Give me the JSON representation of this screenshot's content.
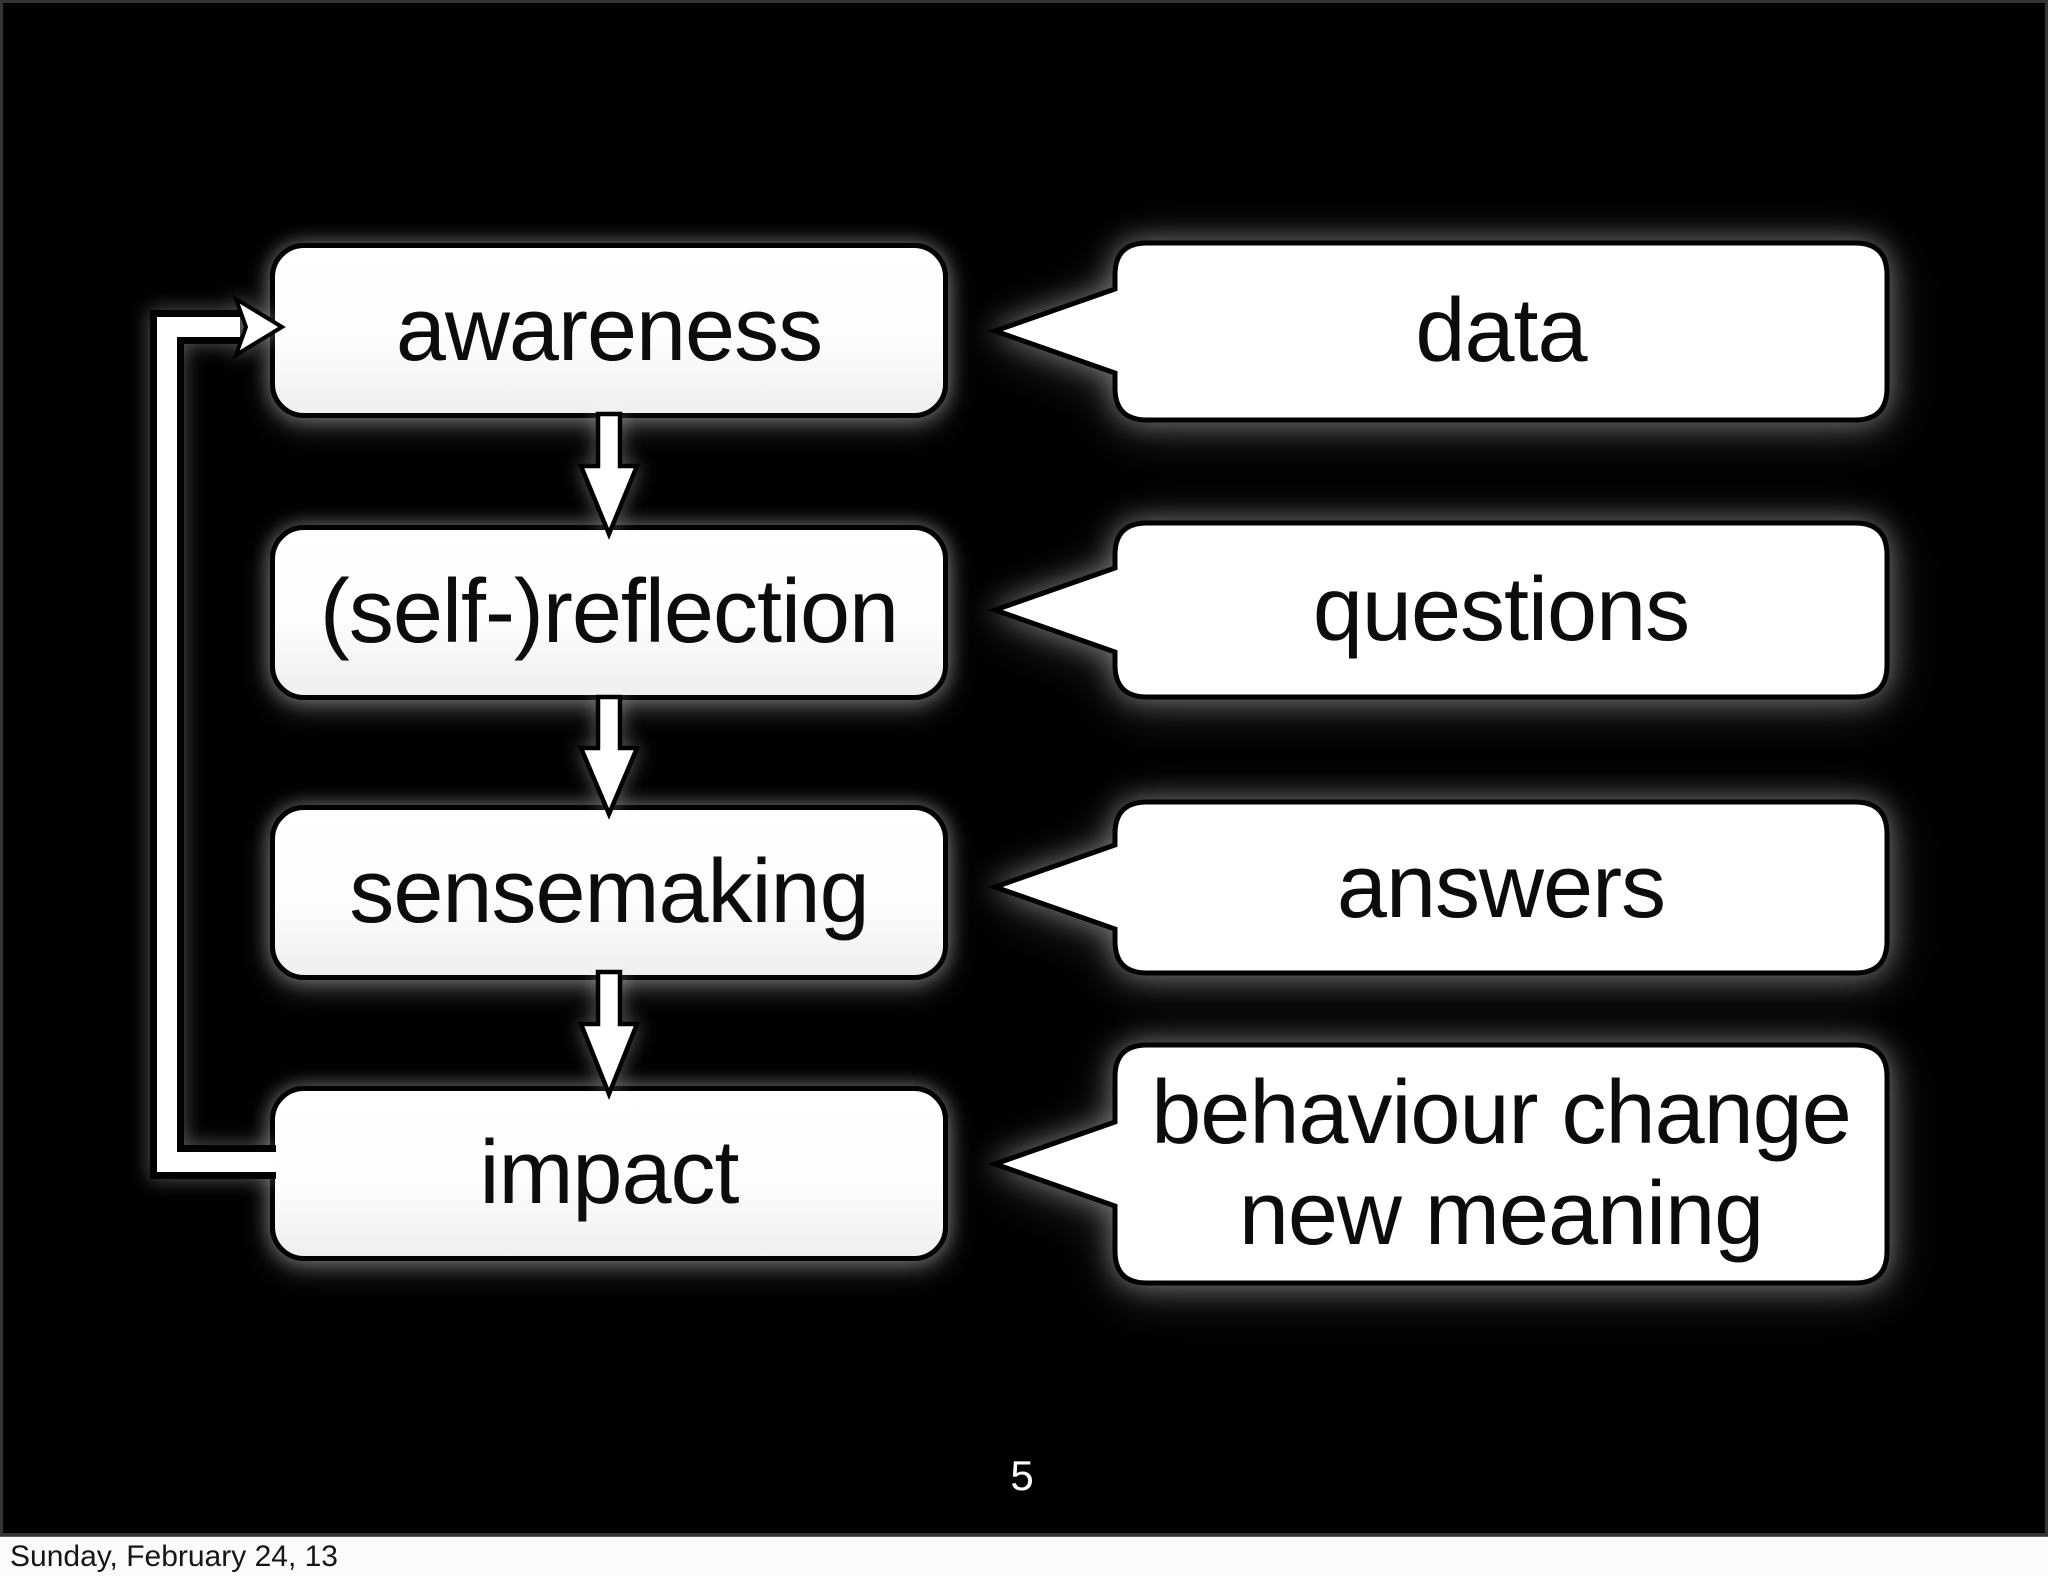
{
  "slide": {
    "page_number": "5",
    "footer": {
      "date": "Sunday, February 24, 13"
    },
    "diagram": {
      "type": "flow-loop",
      "nodes": [
        {
          "label": "awareness"
        },
        {
          "label": "(self-)reflection"
        },
        {
          "label": "sensemaking"
        },
        {
          "label": "impact"
        }
      ],
      "callouts": [
        {
          "lines": [
            "data"
          ],
          "points_to": "awareness"
        },
        {
          "lines": [
            "questions"
          ],
          "points_to": "(self-)reflection"
        },
        {
          "lines": [
            "answers"
          ],
          "points_to": "sensemaking"
        },
        {
          "lines": [
            "behaviour change",
            "new meaning"
          ],
          "points_to": "impact"
        }
      ],
      "arrows": {
        "down": [
          "awareness→(self-)reflection",
          "(self-)reflection→sensemaking",
          "sensemaking→impact"
        ],
        "loop": "impact→awareness"
      },
      "colors": {
        "background": "#000000",
        "node_fill": "#ffffff",
        "node_border": "#000000",
        "node_text": "#0c0c0c",
        "page_number_text": "#ffffff",
        "footer_bg": "#fbfbfb",
        "footer_text": "#161616"
      }
    }
  }
}
